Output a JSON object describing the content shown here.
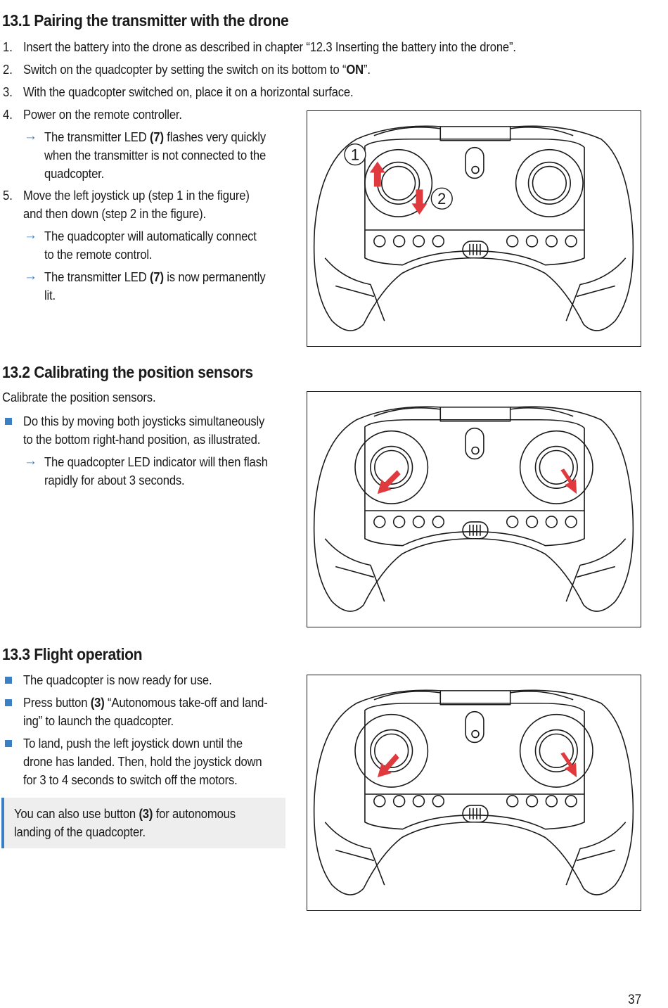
{
  "s1": {
    "heading": "13.1 Pairing the transmitter with the drone",
    "steps": [
      {
        "num": "1.",
        "text": "Insert the battery into the drone as described in chapter “12.3 Inserting the battery into the drone”."
      },
      {
        "num": "2.",
        "pre": "Switch on the quadcopter by setting the switch on its bottom to “",
        "bold": "ON",
        "post": "”."
      },
      {
        "num": "3.",
        "text": "With the quadcopter switched on, place it on a horizontal surface."
      },
      {
        "num": "4.",
        "text": "Power on the remote controller."
      },
      {
        "num": "5.",
        "l1": "Move the left joystick up (step 1 in the figure)",
        "l2": "and then down (step 2 in the figure)."
      }
    ],
    "r1": {
      "pre": "The transmitter LED ",
      "bold": "(7)",
      "post": " flashes very quickly",
      "l2": "when the transmitter is not connected to the",
      "l3": "quadcopter."
    },
    "r2": {
      "l1": "The quadcopter will automatically connect",
      "l2": "to the remote control."
    },
    "r3": {
      "pre": "The transmitter LED ",
      "bold": "(7)",
      "post": " is now permanently",
      "l2": "lit."
    },
    "fig_label_1": "1",
    "fig_label_2": "2"
  },
  "s2": {
    "heading": "13.2 Calibrating the position sensors",
    "intro": "Calibrate the position sensors.",
    "b1": {
      "l1": "Do this by moving both joysticks simultaneously",
      "l2": "to the bottom right-hand position, as illustrated."
    },
    "r1": {
      "l1": "The quadcopter LED indicator will then flash",
      "l2": "rapidly for about 3 seconds."
    }
  },
  "s3": {
    "heading": "13.3 Flight operation",
    "b1": "The quadcopter is now ready for use.",
    "b2": {
      "pre": "Press button ",
      "bold": "(3)",
      "post": " “Autonomous take-off and land-",
      "l2": "ing” to launch the quadcopter."
    },
    "b3": {
      "l1": "To land, push the left joystick down until the",
      "l2": "drone has landed. Then, hold the joystick down",
      "l3": "for 3 to 4 seconds to switch off the motors."
    },
    "note": {
      "pre": "You can also use button ",
      "bold": "(3)",
      "post": " for autonomous",
      "l2": "landing of the quadcopter."
    }
  },
  "arrow_glyph": "→",
  "page_number": "37",
  "colors": {
    "accent": "#3b7fc4",
    "arrow_red": "#e03a3e",
    "note_bg": "#eeeeee"
  }
}
